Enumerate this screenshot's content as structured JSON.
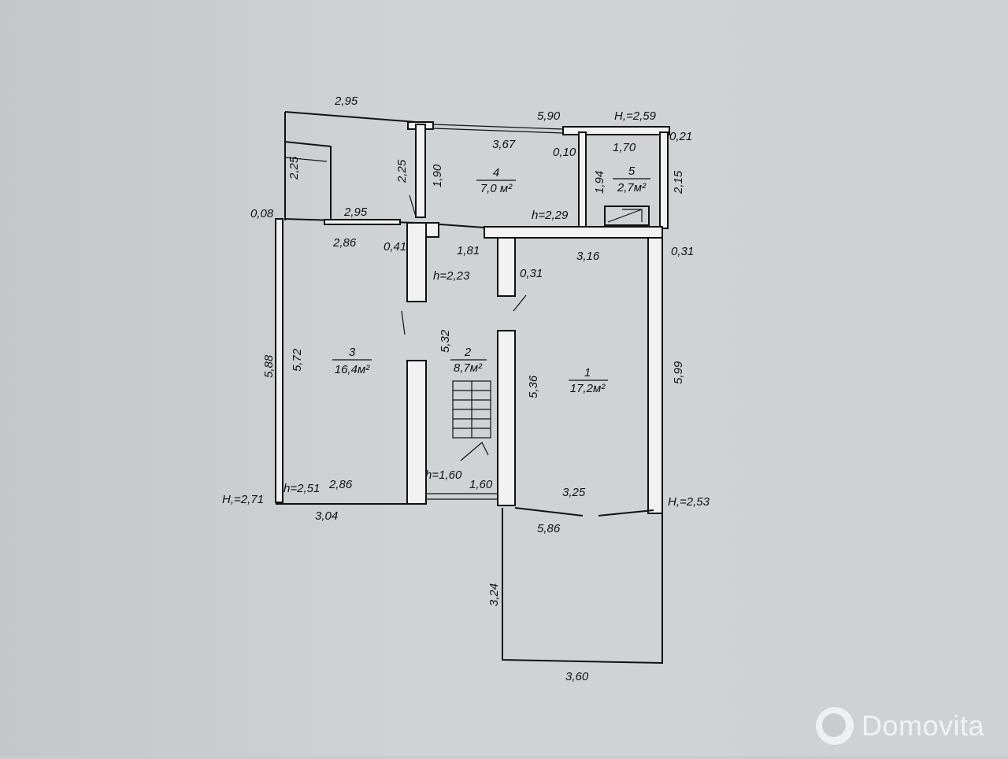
{
  "plan": {
    "dimensions": {
      "top_left": "2,95",
      "top_mid": "5,90",
      "h_top": "H,=2,59",
      "d_021": "0,21",
      "d_367": "3,67",
      "d_010": "0,10",
      "d_170": "1,70",
      "d_225a": "2,25",
      "d_225b": "2,25",
      "d_190": "1,90",
      "d_194": "1,94",
      "d_215": "2,15",
      "d_008": "0,08",
      "d_295b": "2,95",
      "h_229": "h=2,29",
      "d_286a": "2,86",
      "d_041": "0,41",
      "d_181": "1,81",
      "d_316": "3,16",
      "d_031a": "0,31",
      "h_223": "h=2,23",
      "d_031b": "0,31",
      "d_588": "5,88",
      "d_572": "5,72",
      "d_532": "5,32",
      "d_536": "5,36",
      "d_599": "5,99",
      "h_251": "h=2,51",
      "d_286b": "2,86",
      "h_160": "h=1,60",
      "d_160": "1,60",
      "d_325": "3,25",
      "h_271": "H,=2,71",
      "h_253": "H,=2,53",
      "d_304": "3,04",
      "d_586": "5,86",
      "d_324": "3,24",
      "d_360": "3,60"
    },
    "rooms": [
      {
        "number": "1",
        "area": "17,2м²"
      },
      {
        "number": "2",
        "area": "8,7м²"
      },
      {
        "number": "3",
        "area": "16,4м²"
      },
      {
        "number": "4",
        "area": "7,0 м²"
      },
      {
        "number": "5",
        "area": "2,7м²"
      }
    ]
  },
  "watermark": {
    "text": "Domovita",
    "icon": "domovita-logo-icon"
  }
}
